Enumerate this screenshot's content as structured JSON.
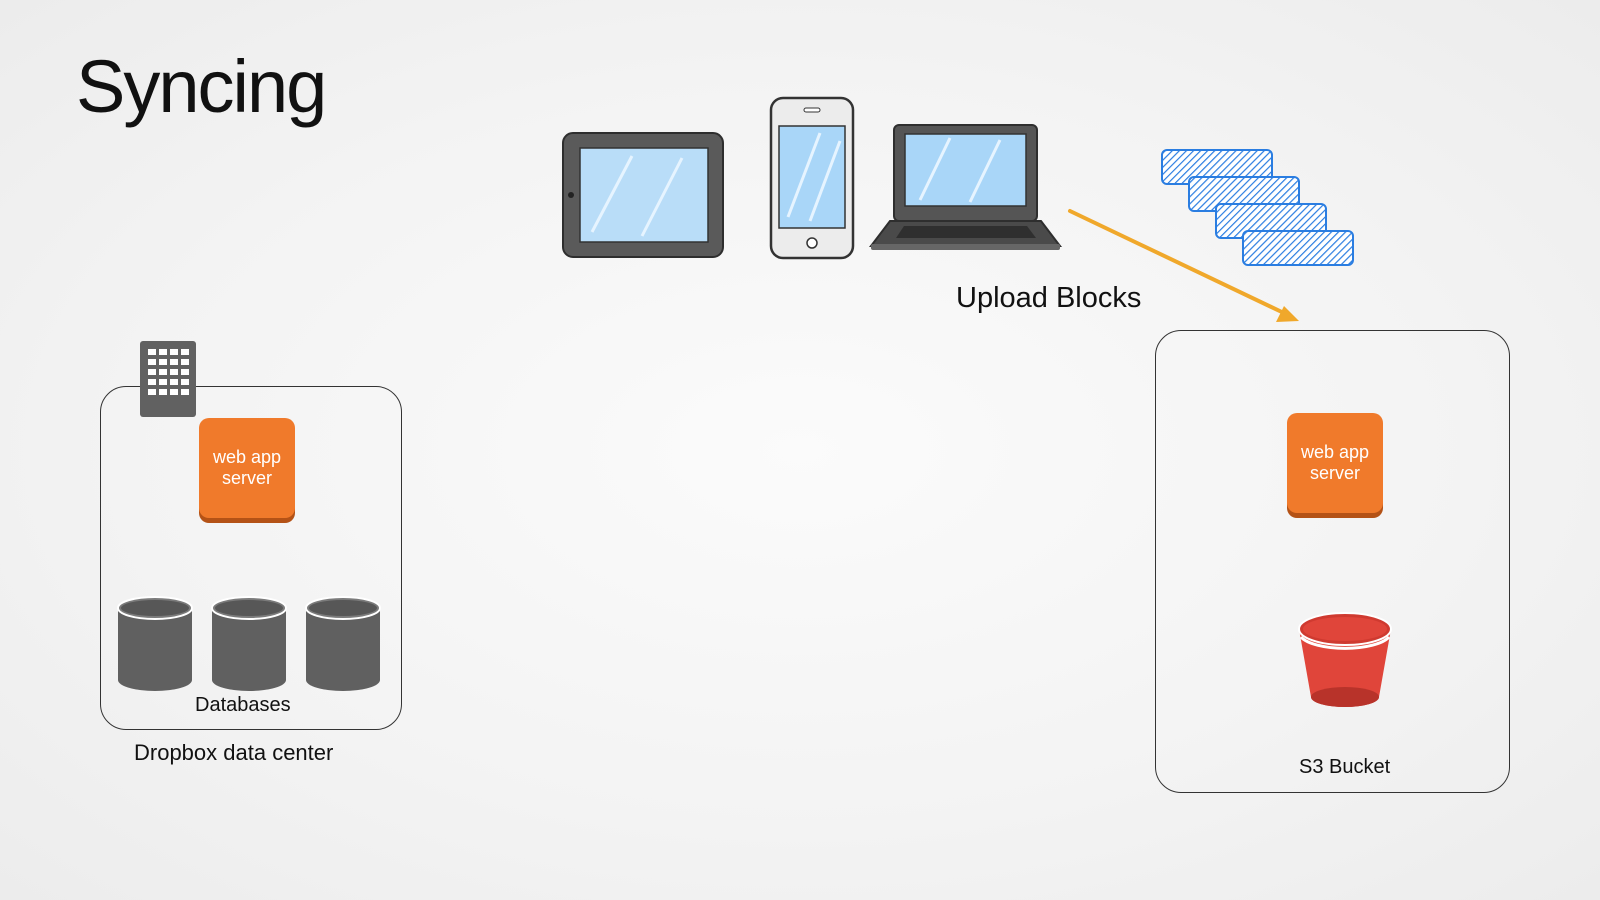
{
  "slide": {
    "title": "Syncing"
  },
  "data_center": {
    "web_app_label": "web app\nserver",
    "databases_label": "Databases",
    "caption": "Dropbox data center"
  },
  "s3": {
    "web_app_label": "web app\nserver",
    "bucket_label": "S3 Bucket"
  },
  "upload": {
    "label": "Upload Blocks"
  },
  "icons": [
    "tablet-icon",
    "phone-icon",
    "laptop-icon",
    "building-icon",
    "database-icon",
    "bucket-icon",
    "block-icon"
  ],
  "colors": {
    "web_app": "#f07a2b",
    "bucket": "#e0453a",
    "arrow": "#f0a82b",
    "blocks": "#2a7de1",
    "database": "#606060"
  }
}
